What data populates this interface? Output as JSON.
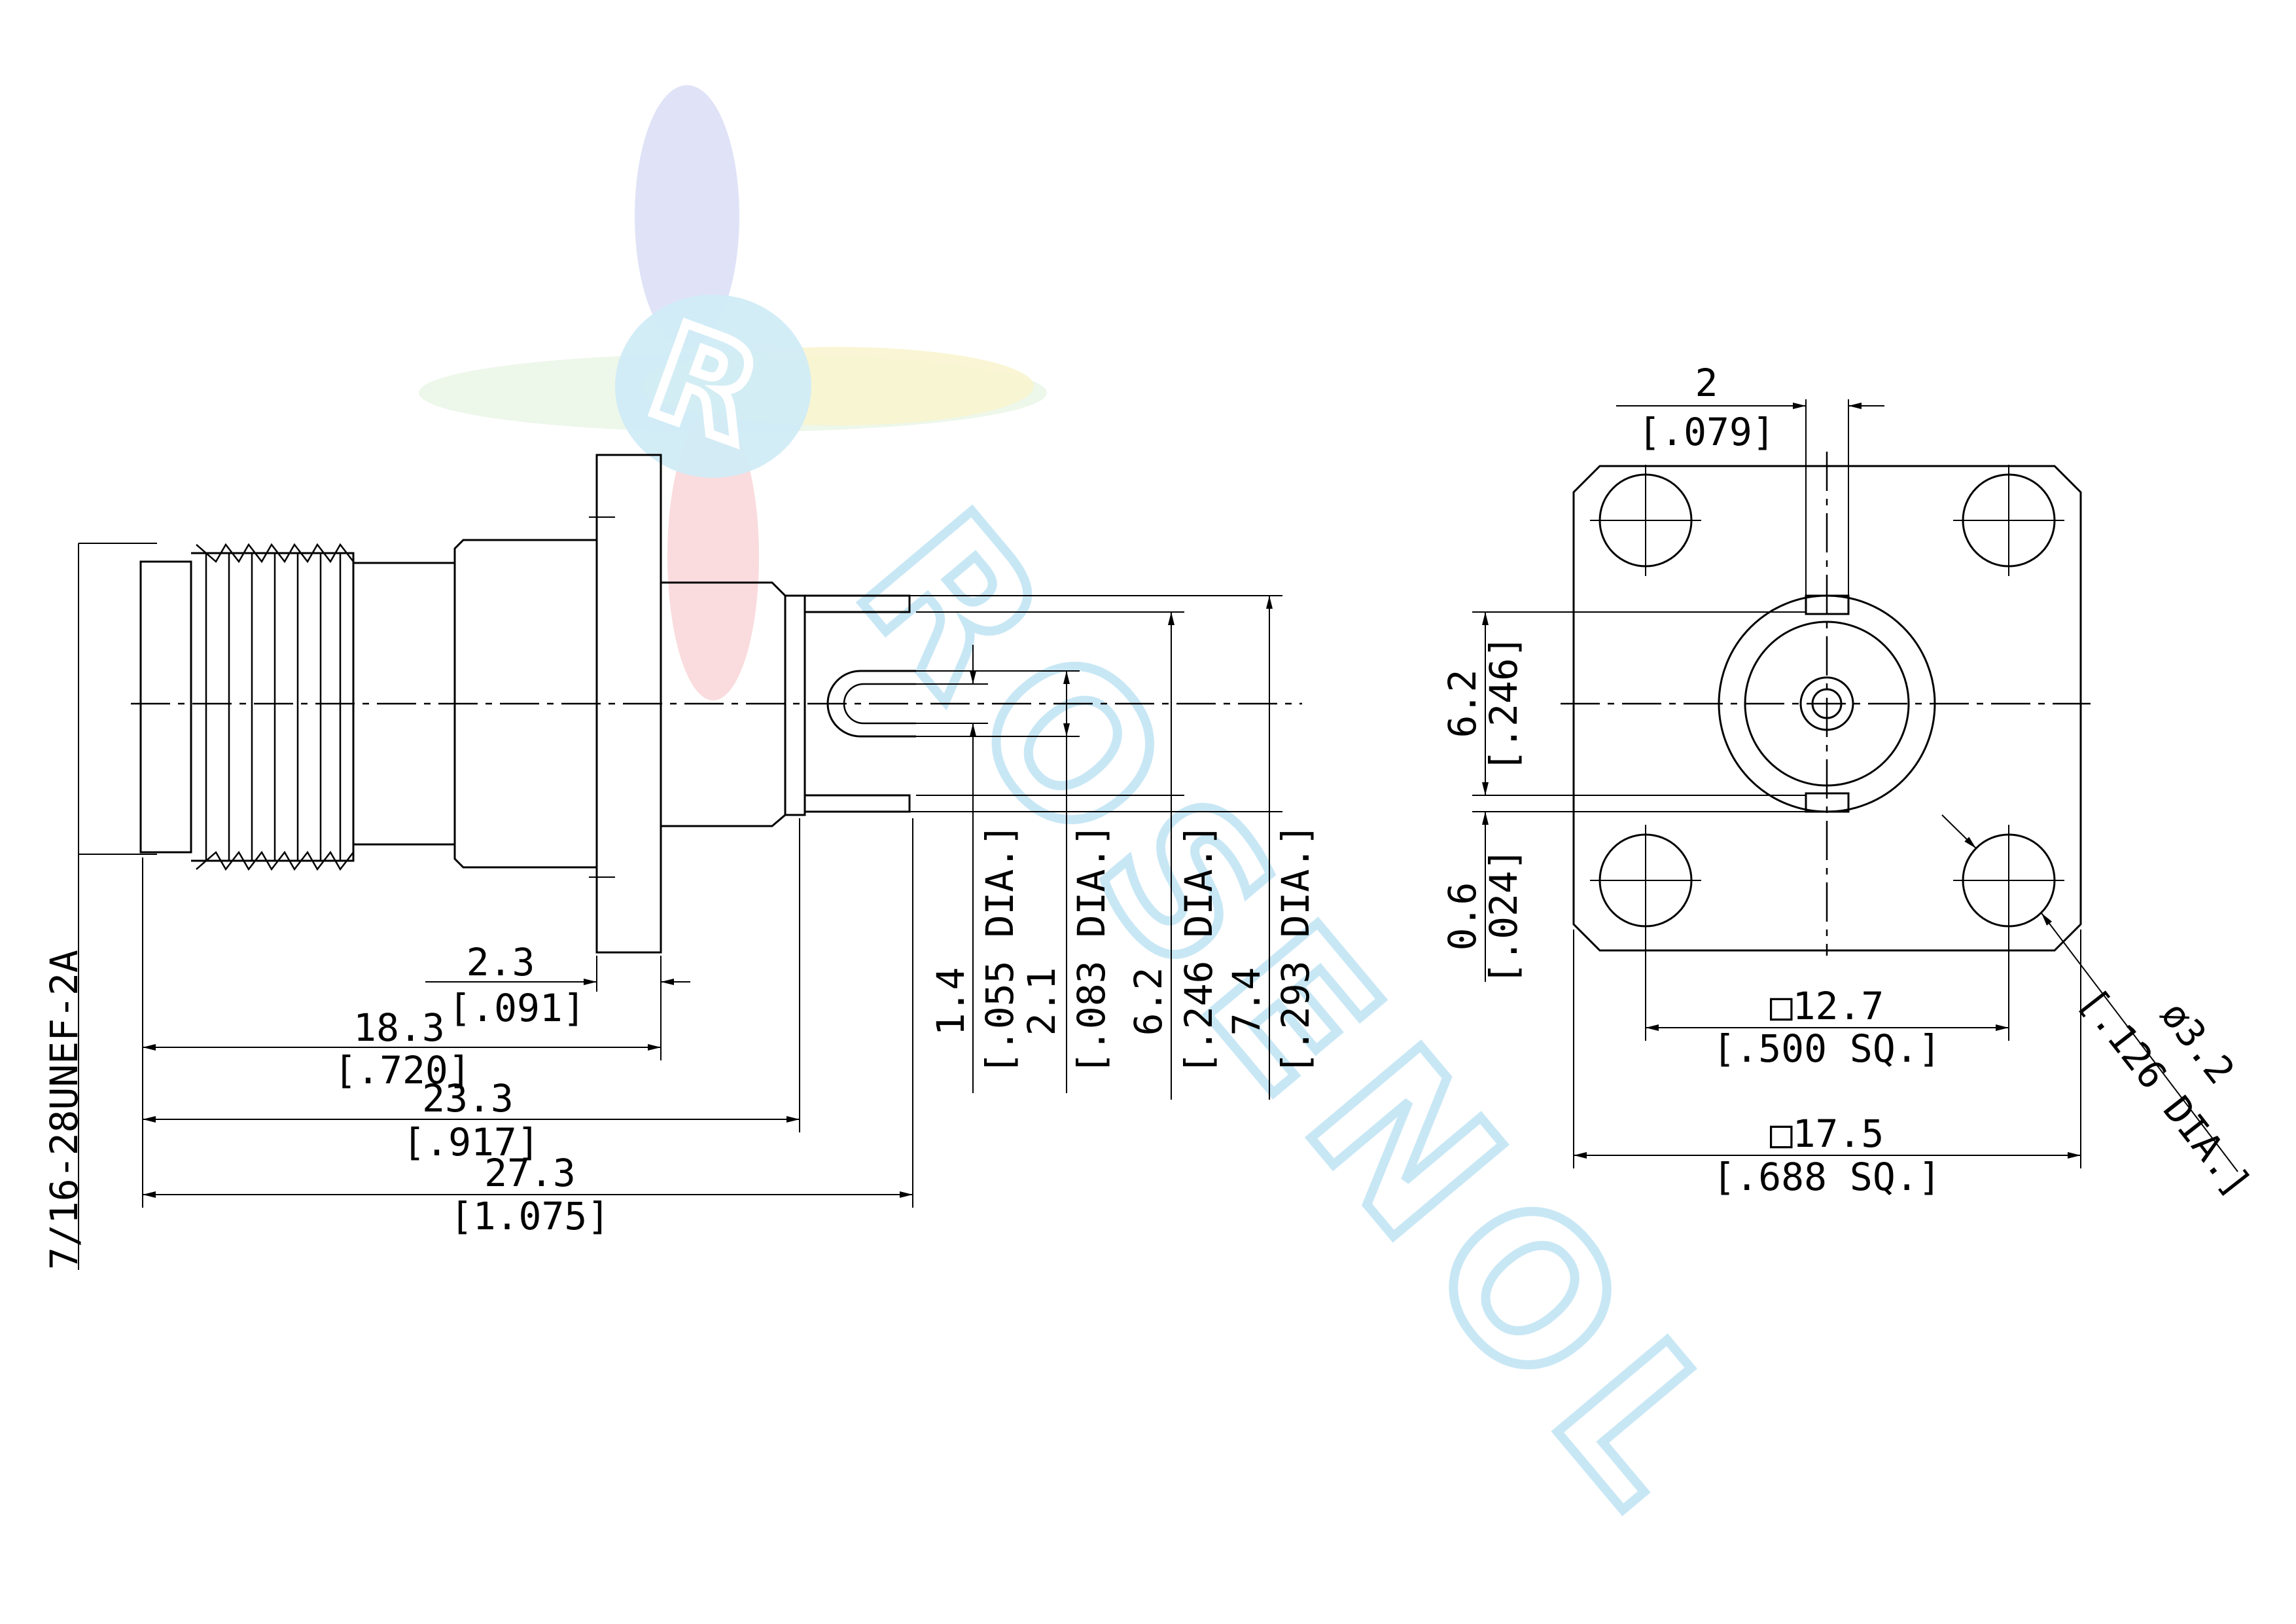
{
  "watermark": {
    "logo_letter": "R",
    "brand_text": "ROSENOL",
    "colors": [
      "#c9cff0",
      "#9fd8f0",
      "#b7e3b3",
      "#f4f0b0",
      "#f4b3b8"
    ]
  },
  "side_view": {
    "thread_label": "7/16-28UNEF-2A",
    "dims": {
      "flange": {
        "metric": "2.3",
        "inch": "[.091]"
      },
      "len_18_3": {
        "metric": "18.3",
        "inch": "[.720]"
      },
      "len_23_3": {
        "metric": "23.3",
        "inch": "[.917]"
      },
      "len_27_3": {
        "metric": "27.3",
        "inch": "[1.075]"
      },
      "dia_1_4": {
        "metric": "1.4",
        "inch": "[.055 DIA.]"
      },
      "dia_2_1": {
        "metric": "2.1",
        "inch": "[.083 DIA.]"
      },
      "dia_6_2": {
        "metric": "6.2",
        "inch": "[.246 DIA.]"
      },
      "dia_7_4": {
        "metric": "7.4",
        "inch": "[.293 DIA.]"
      }
    }
  },
  "front_view": {
    "dims": {
      "slot_width": {
        "metric": "2",
        "inch": "[.079]"
      },
      "slot_spacing": {
        "metric": "6.2",
        "inch": "[.246]"
      },
      "slot_height": {
        "metric": "0.6",
        "inch": "[.024]"
      },
      "hole_spacing": {
        "metric": "□12.7",
        "inch": "[.500 SQ.]"
      },
      "flange_size": {
        "metric": "□17.5",
        "inch": "[.688 SQ.]"
      },
      "hole_dia": {
        "metric": "ø3.2",
        "inch": "[.126 DIA.]"
      }
    }
  }
}
